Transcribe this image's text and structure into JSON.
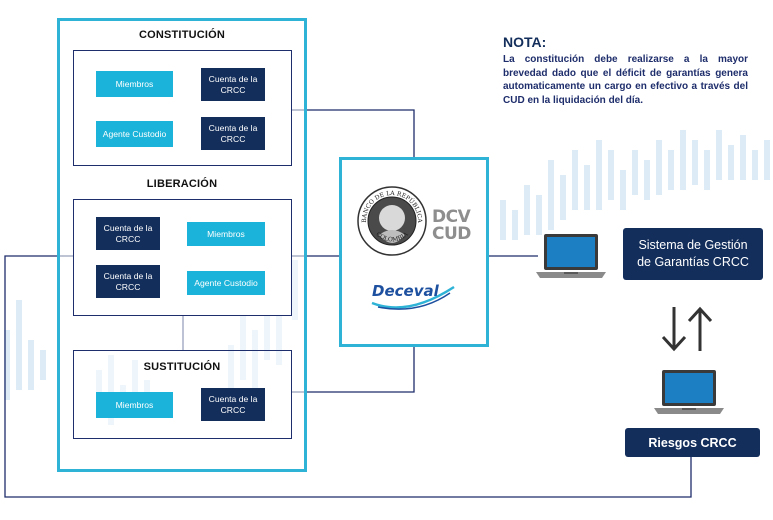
{
  "sections": {
    "constitucion": {
      "title": "CONSTITUCIÓN",
      "rows": [
        {
          "left": "Miembros",
          "right": "Cuenta de la CRCC"
        },
        {
          "left": "Agente Custodio",
          "right": "Cuenta de la CRCC"
        }
      ]
    },
    "liberacion": {
      "title": "LIBERACIÓN",
      "rows": [
        {
          "left": "Cuenta de la CRCC",
          "right": "Miembros"
        },
        {
          "left": "Cuenta de la CRCC",
          "right": "Agente Custodio"
        }
      ]
    },
    "sustitucion": {
      "title": "SUSTITUCIÓN",
      "rows": [
        {
          "left": "Miembros",
          "right": "Cuenta de la CRCC"
        }
      ]
    }
  },
  "center": {
    "dcv_line1": "DCV",
    "dcv_line2": "CUD",
    "seal_text_top": "BANCO DE LA REPÚBLICA",
    "seal_text_bottom": "COLOMBIA",
    "deceval": "Deceval"
  },
  "note": {
    "title": "NOTA:",
    "body": "La constitución debe realizarse a la mayor brevedad dado que el déficit de garantías genera automaticamente un cargo en efectivo a través del CUD en la liquidación del día."
  },
  "system": {
    "line1": "Sistema de Gestión",
    "line2": "de Garantías CRCC"
  },
  "risk": {
    "label": "Riesgos CRCC"
  },
  "icons": [
    "laptop-icon",
    "up-arrow-icon",
    "down-arrow-icon"
  ],
  "colors": {
    "navy": "#132e5b",
    "cyan": "#1bb3d9",
    "frame": "#2eb3d6",
    "line": "#1e2d6b"
  }
}
